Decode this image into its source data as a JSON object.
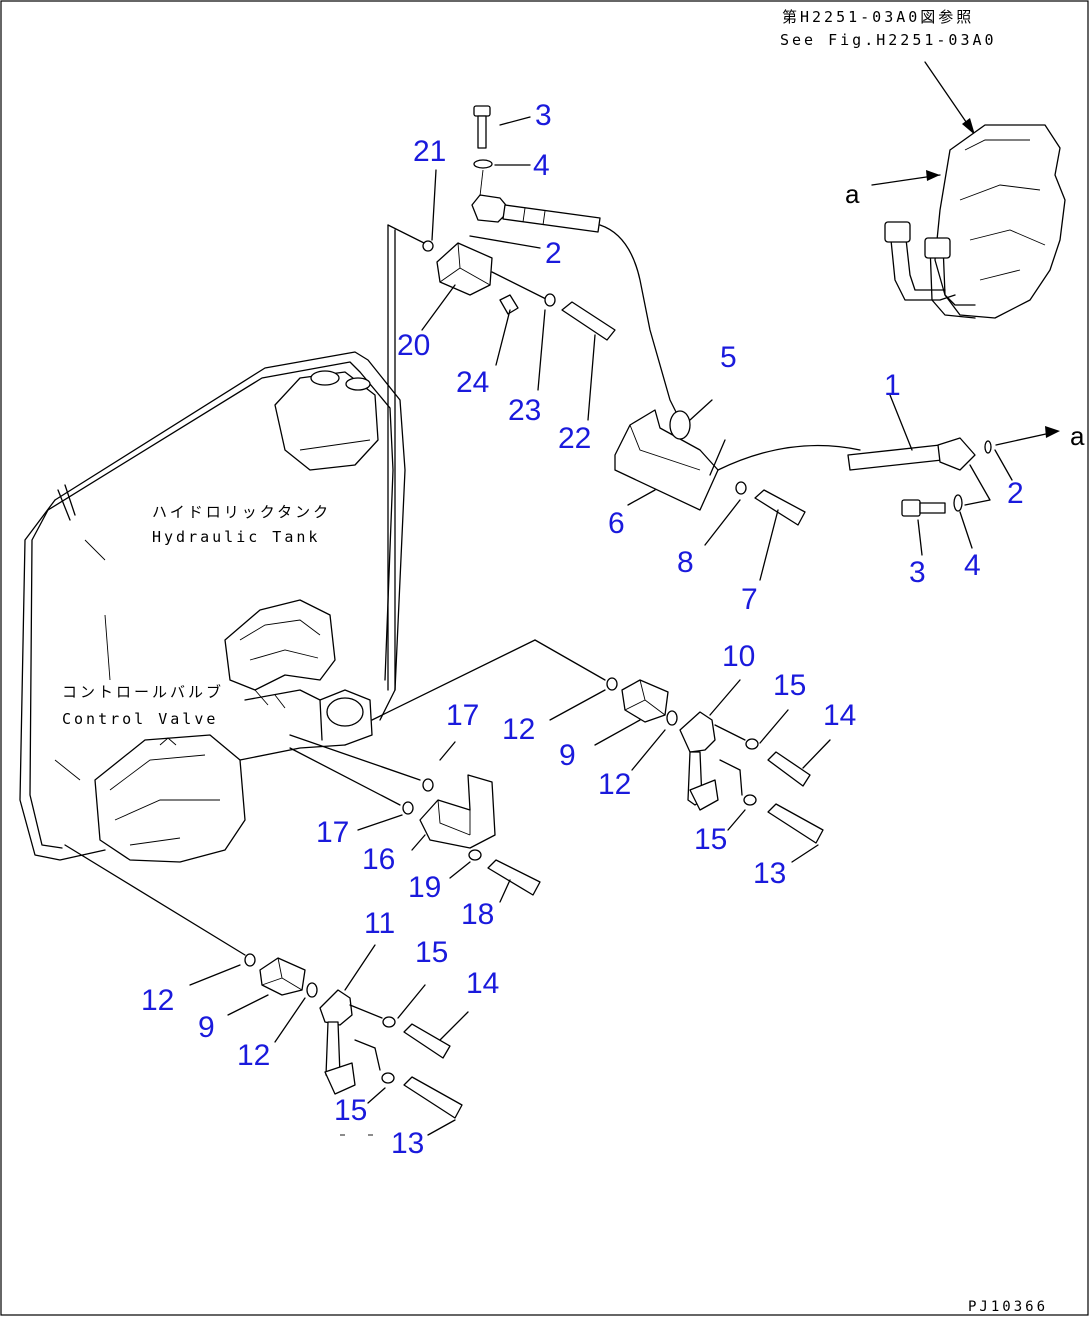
{
  "references": {
    "ref_jp": "第H2251-03A0図参照",
    "ref_en": "See Fig.H2251-03A0"
  },
  "labels": {
    "tank_jp": "ハイドロリックタンク",
    "tank_en": "Hydraulic Tank",
    "valve_jp": "コントロールバルブ",
    "valve_en": "Control Valve",
    "view_letter": "a",
    "drawing_code": "PJ10366"
  },
  "callouts": [
    {
      "text": "3"
    },
    {
      "text": "4"
    },
    {
      "text": "21"
    },
    {
      "text": "2"
    },
    {
      "text": "20"
    },
    {
      "text": "24"
    },
    {
      "text": "23"
    },
    {
      "text": "22"
    },
    {
      "text": "5"
    },
    {
      "text": "1"
    },
    {
      "text": "2"
    },
    {
      "text": "6"
    },
    {
      "text": "8"
    },
    {
      "text": "3"
    },
    {
      "text": "4"
    },
    {
      "text": "7"
    },
    {
      "text": "10"
    },
    {
      "text": "15"
    },
    {
      "text": "14"
    },
    {
      "text": "17"
    },
    {
      "text": "12"
    },
    {
      "text": "9"
    },
    {
      "text": "12"
    },
    {
      "text": "17"
    },
    {
      "text": "16"
    },
    {
      "text": "15"
    },
    {
      "text": "19"
    },
    {
      "text": "13"
    },
    {
      "text": "18"
    },
    {
      "text": "11"
    },
    {
      "text": "15"
    },
    {
      "text": "14"
    },
    {
      "text": "12"
    },
    {
      "text": "9"
    },
    {
      "text": "12"
    },
    {
      "text": "15"
    },
    {
      "text": "13"
    }
  ]
}
